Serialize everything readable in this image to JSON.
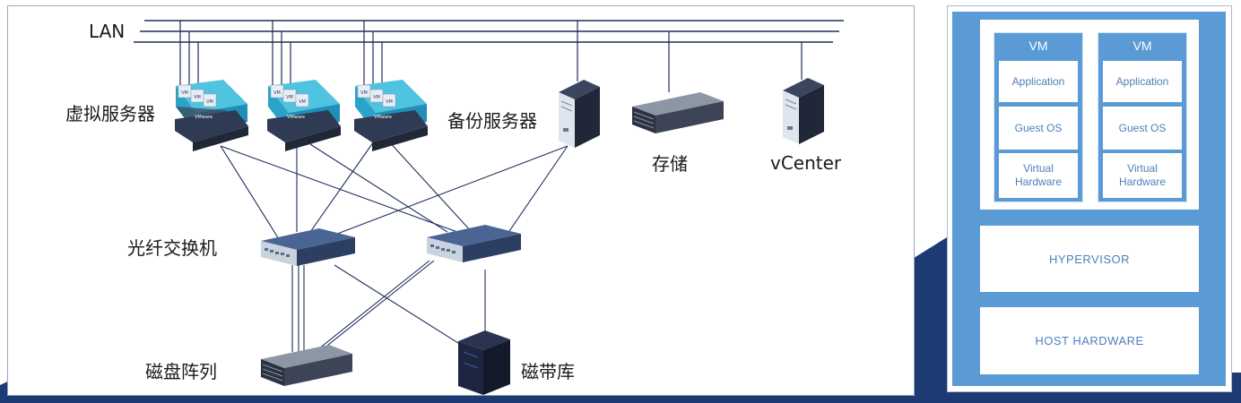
{
  "labels": {
    "lan": "LAN",
    "virtual_servers": "虚拟服务器",
    "backup_server": "备份服务器",
    "storage": "存储",
    "vcenter": "vCenter",
    "fc_switch": "光纤交换机",
    "disk_array": "磁盘阵列",
    "tape_library": "磁带库"
  },
  "icon_text": {
    "vm": "VM",
    "vmware": "VMware"
  },
  "stack": {
    "vms": [
      {
        "title": "VM",
        "layers": [
          "Application",
          "Guest OS",
          "Virtual\nHardware"
        ]
      },
      {
        "title": "VM",
        "layers": [
          "Application",
          "Guest OS",
          "Virtual\nHardware"
        ]
      }
    ],
    "hypervisor": "HYPERVISOR",
    "host_hardware": "HOST HARDWARE"
  },
  "colors": {
    "stack_blue": "#5b9bd5",
    "stack_text": "#4d7fb8",
    "switch_blue": "#3f5b8a",
    "server_dark": "#2f3a55",
    "backdrop_navy": "#1d3a72"
  }
}
